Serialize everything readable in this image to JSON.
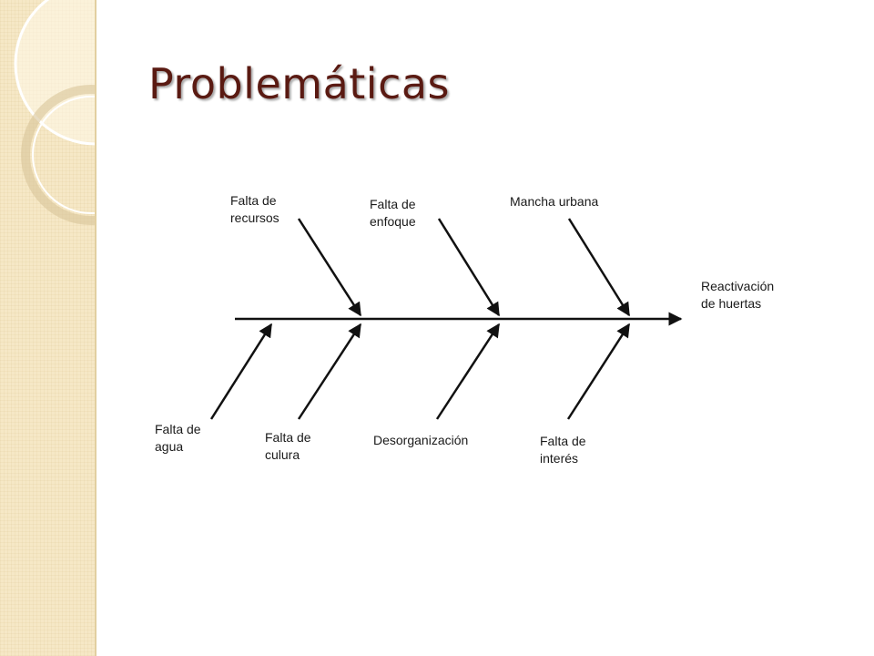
{
  "slide": {
    "title": "Problemáticas"
  },
  "diagram": {
    "effect": [
      "Reactivación",
      "de huertas"
    ],
    "causes_top": [
      {
        "lines": [
          "Falta de",
          "recursos"
        ]
      },
      {
        "lines": [
          "Falta de",
          "enfoque"
        ]
      },
      {
        "lines": [
          "Mancha urbana"
        ]
      }
    ],
    "causes_bottom": [
      {
        "lines": [
          "Falta de",
          "agua"
        ]
      },
      {
        "lines": [
          "Falta de",
          "culura"
        ]
      },
      {
        "lines": [
          "Desorganización"
        ]
      },
      {
        "lines": [
          "Falta de",
          "interés"
        ]
      }
    ]
  },
  "colors": {
    "title": "#5a1a12",
    "sidebar": "#f6e8c6",
    "arrows": "#111111"
  }
}
